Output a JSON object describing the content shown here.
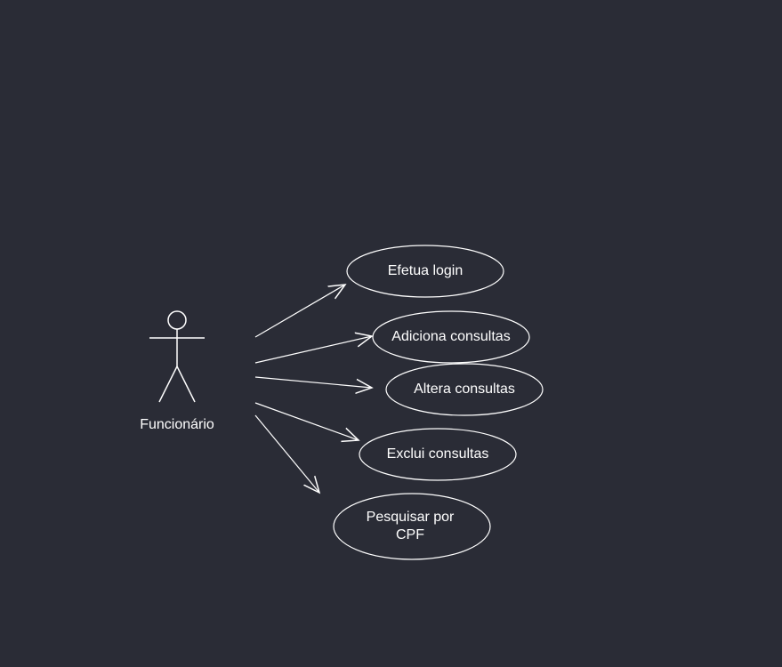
{
  "diagram": {
    "type": "uml-use-case",
    "actor": {
      "label": "Funcionário"
    },
    "use_cases": [
      {
        "label": "Efetua login"
      },
      {
        "label": "Adiciona consultas"
      },
      {
        "label": "Altera consultas"
      },
      {
        "label": "Exclui consultas"
      },
      {
        "label": "Pesquisar por\nCPF"
      }
    ],
    "colors": {
      "background": "#2a2c36",
      "stroke": "#ffffff",
      "text": "#ffffff"
    }
  }
}
